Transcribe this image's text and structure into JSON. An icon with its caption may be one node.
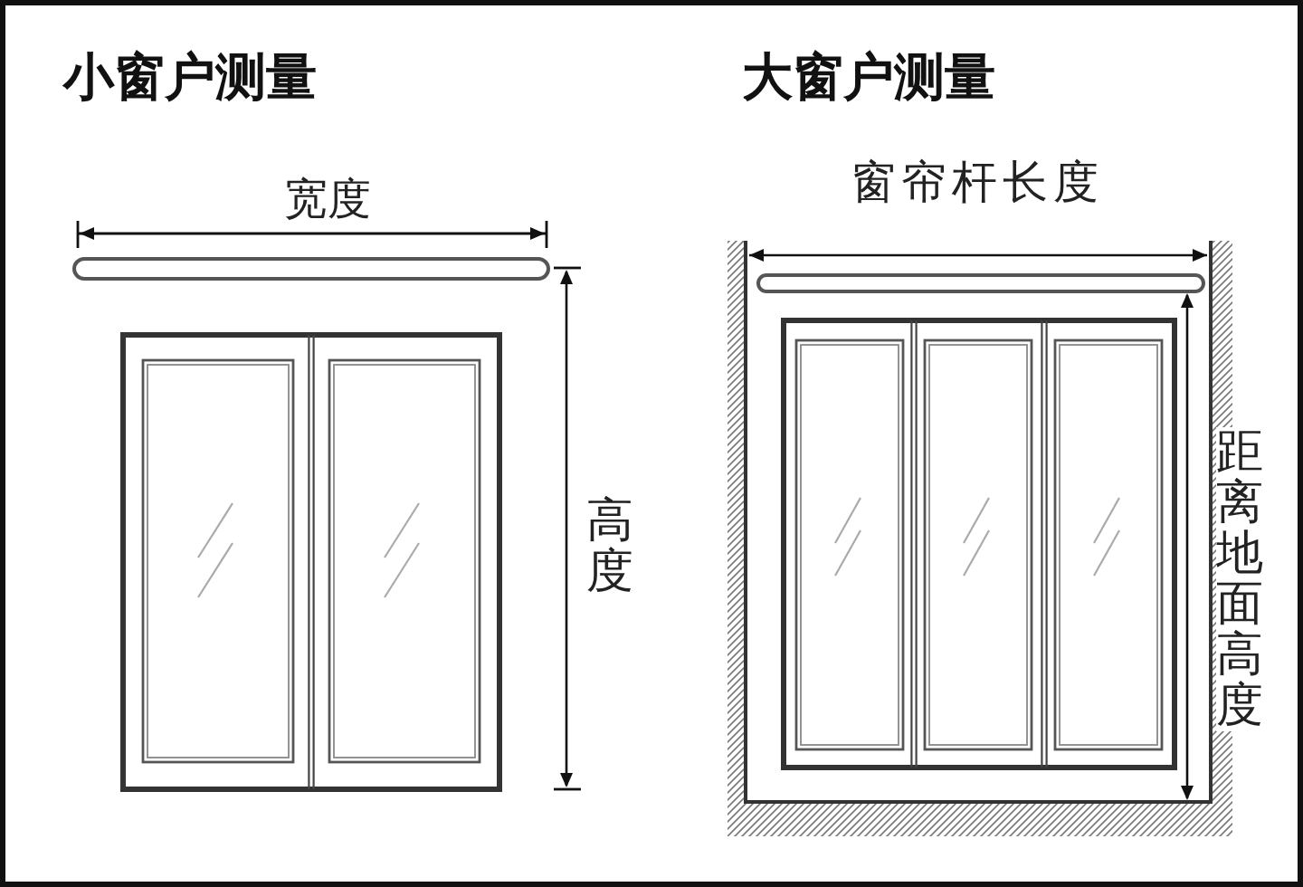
{
  "diagram": {
    "labels": [
      "小窗户测量",
      "大窗户测量",
      "宽度",
      "高度",
      "窗帘杆长度",
      "距离地面高度"
    ]
  }
}
